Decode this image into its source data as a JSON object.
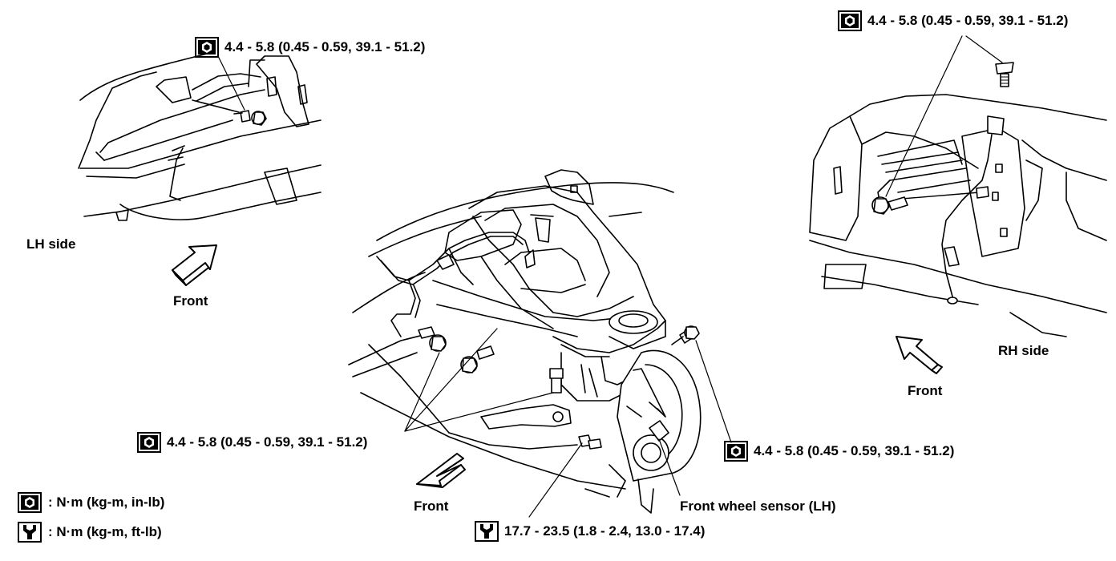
{
  "callouts": {
    "lh_top_torque": "4.4 - 5.8 (0.45 - 0.59, 39.1 - 51.2)",
    "rh_top_torque": "4.4 - 5.8 (0.45 - 0.59, 39.1 - 51.2)",
    "center_left_torque": "4.4 - 5.8 (0.45 - 0.59, 39.1 - 51.2)",
    "center_right_torque": "4.4 - 5.8 (0.45 - 0.59, 39.1 - 51.2)",
    "bottom_torque": "17.7 - 23.5 (1.8 - 2.4, 13.0 - 17.4)"
  },
  "labels": {
    "lh_side": "LH side",
    "rh_side": "RH side",
    "front_lh": "Front",
    "front_center": "Front",
    "front_rh": "Front",
    "sensor": "Front wheel sensor (LH)"
  },
  "legend": {
    "bolt_units": ": N·m (kg-m, in-lb)",
    "wrench_units": ": N·m (kg-m, ft-lb)"
  },
  "icons": {
    "bolt": "bolt-torque-icon",
    "wrench": "wrench-torque-icon"
  },
  "colors": {
    "ink": "#000000",
    "paper": "#ffffff"
  }
}
